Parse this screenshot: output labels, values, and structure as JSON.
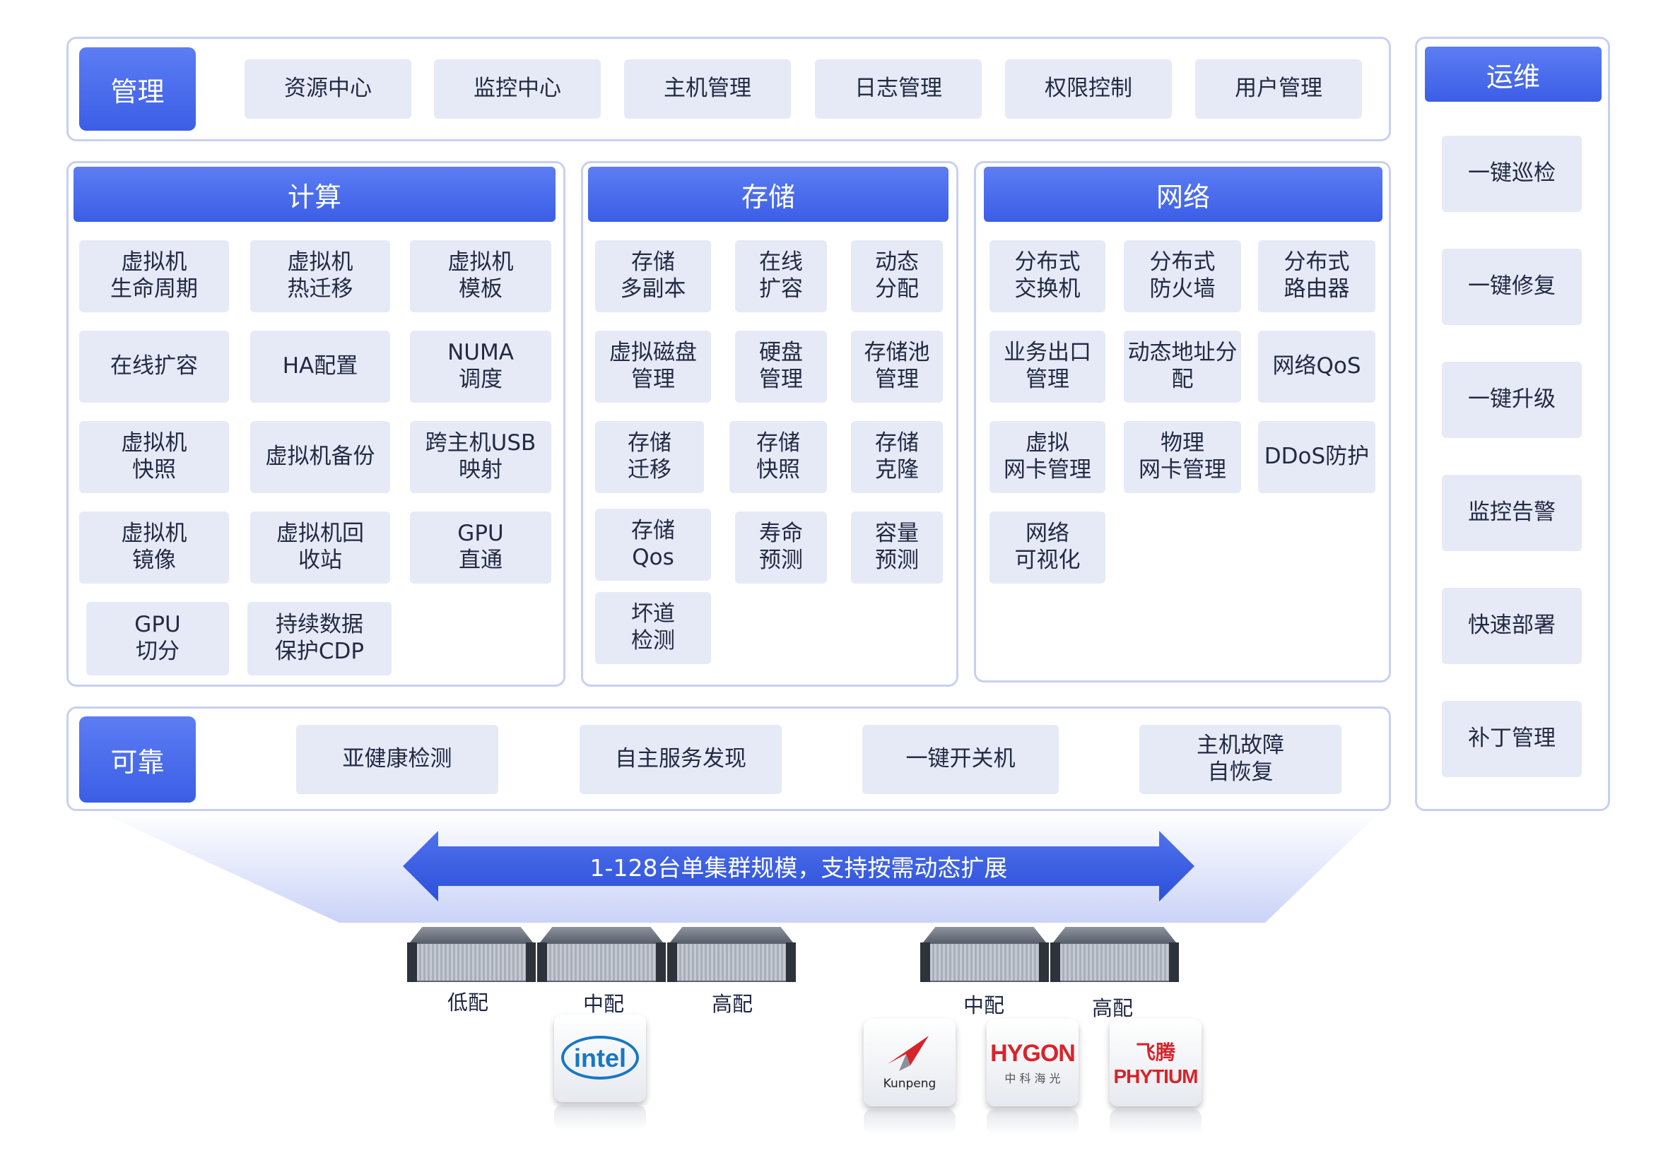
{
  "management": {
    "label": "管理",
    "items": [
      "资源中心",
      "监控中心",
      "主机管理",
      "日志管理",
      "权限控制",
      "用户管理"
    ]
  },
  "compute": {
    "title": "计算",
    "items": [
      "虚拟机\n生命周期",
      "虚拟机\n热迁移",
      "虚拟机\n模板",
      "在线扩容",
      "HA配置",
      "NUMA\n调度",
      "虚拟机\n快照",
      "虚拟机备份",
      "跨主机USB\n映射",
      "虚拟机\n镜像",
      "虚拟机回\n收站",
      "GPU\n直通",
      "GPU\n切分",
      "持续数据\n保护CDP"
    ]
  },
  "storage": {
    "title": "存储",
    "items": [
      "存储\n多副本",
      "在线\n扩容",
      "动态\n分配",
      "虚拟磁盘\n管理",
      "硬盘\n管理",
      "存储池\n管理",
      "存储\n迁移",
      "存储\n快照",
      "存储\n克隆",
      "存储\nQos",
      "寿命\n预测",
      "容量\n预测",
      "坏道\n检测"
    ]
  },
  "network": {
    "title": "网络",
    "items": [
      "分布式\n交换机",
      "分布式\n防火墙",
      "分布式\n路由器",
      "业务出口\n管理",
      "动态地址分\n配",
      "网络QoS",
      "虚拟\n网卡管理",
      "物理\n网卡管理",
      "DDoS防护",
      "网络\n可视化"
    ]
  },
  "reliable": {
    "label": "可靠",
    "items": [
      "亚健康检测",
      "自主服务发现",
      "一键开关机",
      "主机故障\n自恢复"
    ]
  },
  "ops": {
    "title": "运维",
    "items": [
      "一键巡检",
      "一键修复",
      "一键升级",
      "监控告警",
      "快速部署",
      "补丁管理"
    ]
  },
  "cluster": {
    "text": "1-128台单集群规模，支持按需动态扩展"
  },
  "hardware": {
    "x86_configs": [
      "低配",
      "中配",
      "高配"
    ],
    "arm_configs": [
      "中配",
      "高配"
    ],
    "intel_text": "intel",
    "kunpeng_text": "Kunpeng",
    "hygon_text": "HYGON",
    "hygon_sub": "中 科 海 光",
    "phytium_cn": "飞腾",
    "phytium_en": "PHYTIUM"
  },
  "colors": {
    "accent": "#3b5ee6",
    "chip": "#e6eaf7",
    "border": "#c7d0f1"
  }
}
